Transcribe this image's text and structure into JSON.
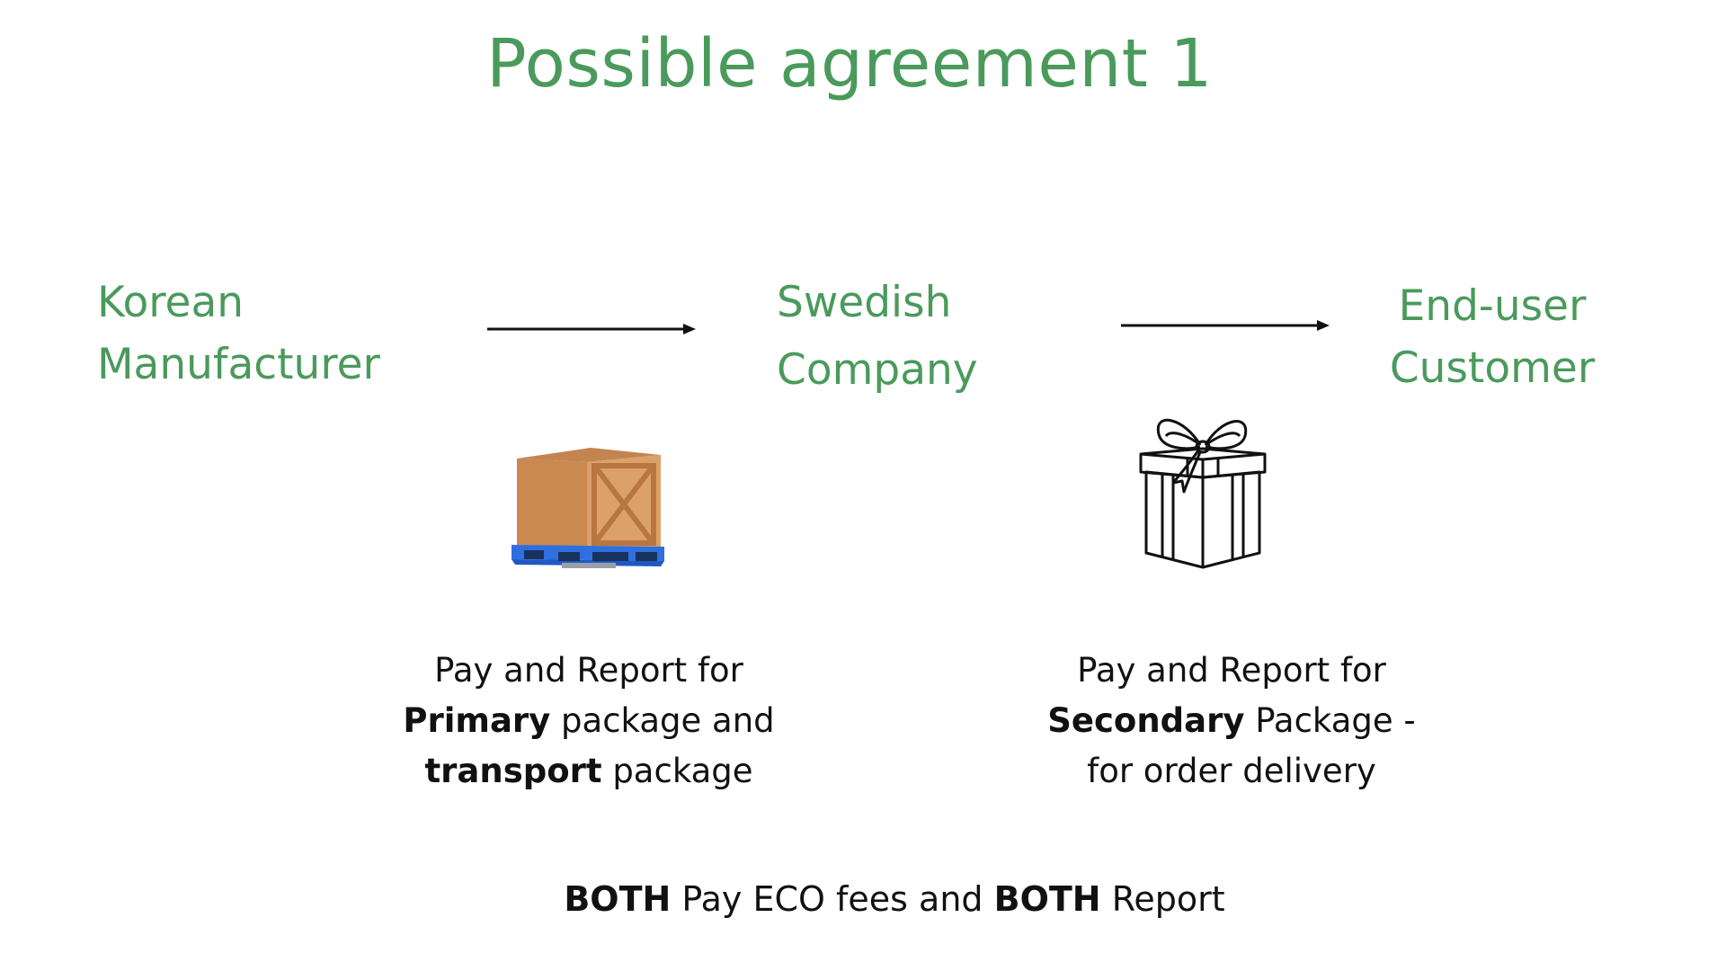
{
  "title": "Possible agreement  1",
  "colors": {
    "heading_green": "#4a9a5c",
    "text_dark": "#111111",
    "box_tan": "#c98a55",
    "pallet_blue": "#2f6fe0"
  },
  "nodes": {
    "korean": {
      "line1": "Korean",
      "line2": "Manufacturer"
    },
    "swedish": {
      "line1": "Swedish",
      "line2": "Company"
    },
    "enduser": {
      "line1": "End-user",
      "line2": "Customer"
    }
  },
  "icons": {
    "box": "cardboard-box-on-pallet-icon",
    "gift": "gift-box-icon",
    "arrow": "right-arrow-icon"
  },
  "captions": {
    "left": {
      "line1": "Pay and  Report for",
      "line2_bold": "Primary",
      "line2_rest": " package and",
      "line3_bold": "transport",
      "line3_rest": " package"
    },
    "right": {
      "line1": "Pay and Report for",
      "line2_bold": "Secondary",
      "line2_rest": " Package  -",
      "line3": "for order delivery"
    }
  },
  "footer": {
    "bold1": "BOTH",
    "text1": " Pay ECO fees and ",
    "bold2": "BOTH",
    "text2": " Report"
  }
}
